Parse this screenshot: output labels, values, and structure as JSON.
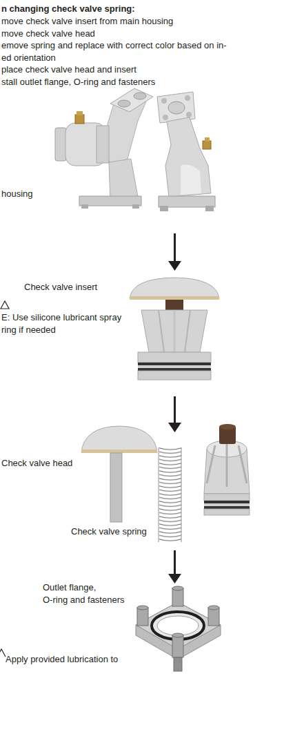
{
  "diagram": {
    "title": "n changing check valve spring:",
    "labels": [
      "move check valve insert from main housing",
      "move check valve head",
      "emove spring and replace with correct color based on in- ed orientation",
      "place check valve head and insert",
      "stall outlet flange, O-ring and fasteners",
      "housing",
      "Check valve insert",
      "E: Use silicone lubricant spray ring if needed",
      "Check valve head",
      "Check valve spring",
      "Outlet flange, O-ring and fasteners",
      "Apply provided lubrication to"
    ]
  }
}
